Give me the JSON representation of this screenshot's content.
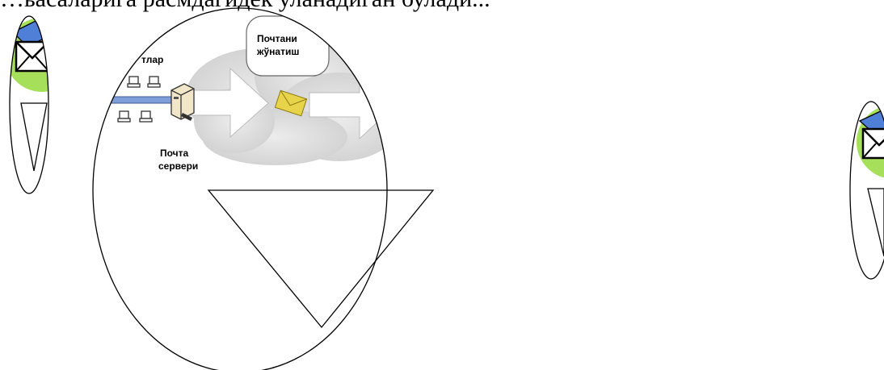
{
  "top_text": "…ьасаларига расмдагидек уланадиган булади...",
  "labels": {
    "send_mail": [
      "Почтани",
      "жўнатиш"
    ],
    "computers": "тлар",
    "mail_server": [
      "Почта",
      "сервери"
    ]
  },
  "colors": {
    "cloud": "#d9d9d9",
    "envelope": "#e8d44a",
    "green_blob": "#a6e05a",
    "blue_tab": "#4f7fd6",
    "link_line": "#7d9ed9"
  }
}
